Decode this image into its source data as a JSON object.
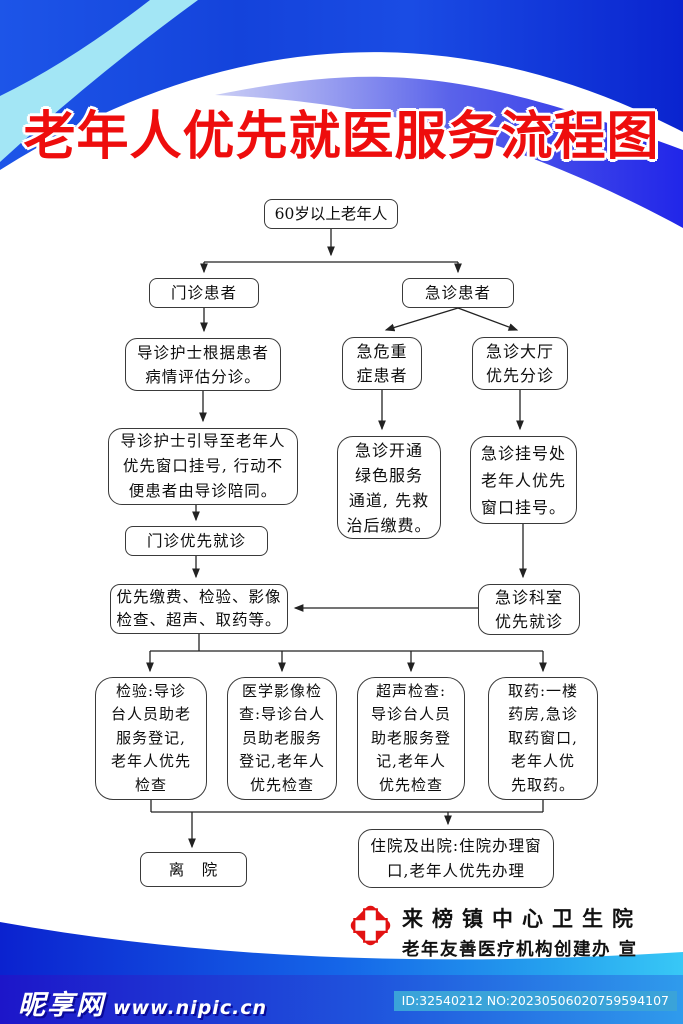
{
  "title": "老年人优先就医服务流程图",
  "flowchart": {
    "nodes": {
      "age60": "60岁以上老年人",
      "outpatient": "门诊患者",
      "emergency": "急诊患者",
      "triage_assess": "导诊护士根据患者\n病情评估分诊。",
      "critical": "急危重\n症患者",
      "hall_triage": "急诊大厅\n优先分诊",
      "guide_register": "导诊护士引导至老年人\n优先窗口挂号, 行动不\n便患者由导诊陪同。",
      "green_channel": "急诊开通\n绿色服务\n通道, 先救\n治后缴费。",
      "er_register": "急诊挂号处\n老年人优先\n窗口挂号。",
      "outpatient_priority": "门诊优先就诊",
      "priority_pay": "优先缴费、检验、影像\n检查、超声、取药等。",
      "er_dept": "急诊科室\n优先就诊",
      "lab_test": "检验:导诊\n台人员助老\n服务登记,\n老年人优先\n检查",
      "imaging": "医学影像检\n查:导诊台人\n员助老服务\n登记,老年人\n优先检查",
      "ultrasound": "超声检查:\n导诊台人员\n助老服务登\n记,老年人\n优先检查",
      "pharmacy": "取药:一楼\n药房,急诊\n取药窗口,\n老年人优\n先取药。",
      "discharge": "离　院",
      "admission": "住院及出院:住院办理窗\n口,老年人优先办理"
    },
    "edges": [
      {
        "from": "age60",
        "to": "outpatient"
      },
      {
        "from": "age60",
        "to": "emergency"
      },
      {
        "from": "outpatient",
        "to": "triage_assess"
      },
      {
        "from": "emergency",
        "to": "critical"
      },
      {
        "from": "emergency",
        "to": "hall_triage"
      },
      {
        "from": "triage_assess",
        "to": "guide_register"
      },
      {
        "from": "critical",
        "to": "green_channel"
      },
      {
        "from": "hall_triage",
        "to": "er_register"
      },
      {
        "from": "guide_register",
        "to": "outpatient_priority"
      },
      {
        "from": "er_register",
        "to": "er_dept"
      },
      {
        "from": "outpatient_priority",
        "to": "priority_pay"
      },
      {
        "from": "er_dept",
        "to": "priority_pay"
      },
      {
        "from": "priority_pay",
        "to": "lab_test"
      },
      {
        "from": "priority_pay",
        "to": "imaging"
      },
      {
        "from": "priority_pay",
        "to": "ultrasound"
      },
      {
        "from": "priority_pay",
        "to": "pharmacy"
      },
      {
        "from": "lab_test",
        "to": "discharge"
      },
      {
        "from": "pharmacy",
        "to": "admission"
      }
    ]
  },
  "footer": {
    "hospital_name": "来榜镇中心卫生院",
    "hospital_subtitle": "老年友善医疗机构创建办 宣"
  },
  "watermark": {
    "brand": "昵享网",
    "url": "www.nipic.cn",
    "id_text": "ID:32540212 NO:20230506020759594107"
  },
  "colors": {
    "title_red": "#ee0d0d",
    "deep_blue": "#0f35dd",
    "royal_blue": "#2126e9",
    "cyan_stripe": "#a3e6f5",
    "swoosh_cyan": "#38c8f6",
    "logo_red": "#e21212",
    "badge_blue": "#3aa3d9"
  }
}
